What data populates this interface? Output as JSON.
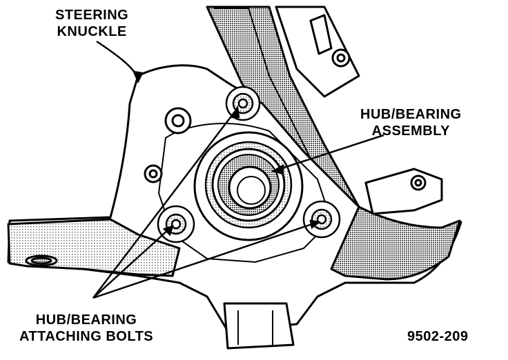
{
  "labels": {
    "steering_knuckle": [
      "STEERING",
      "KNUCKLE"
    ],
    "hub_bearing_assembly": [
      "HUB/BEARING",
      "ASSEMBLY"
    ],
    "hub_bearing_bolts": [
      "HUB/BEARING",
      "ATTACHING BOLTS"
    ],
    "figure_number": "9502-209"
  },
  "colors": {
    "ink": "#000000",
    "paper": "#ffffff",
    "shade": "#8c8c8c"
  }
}
